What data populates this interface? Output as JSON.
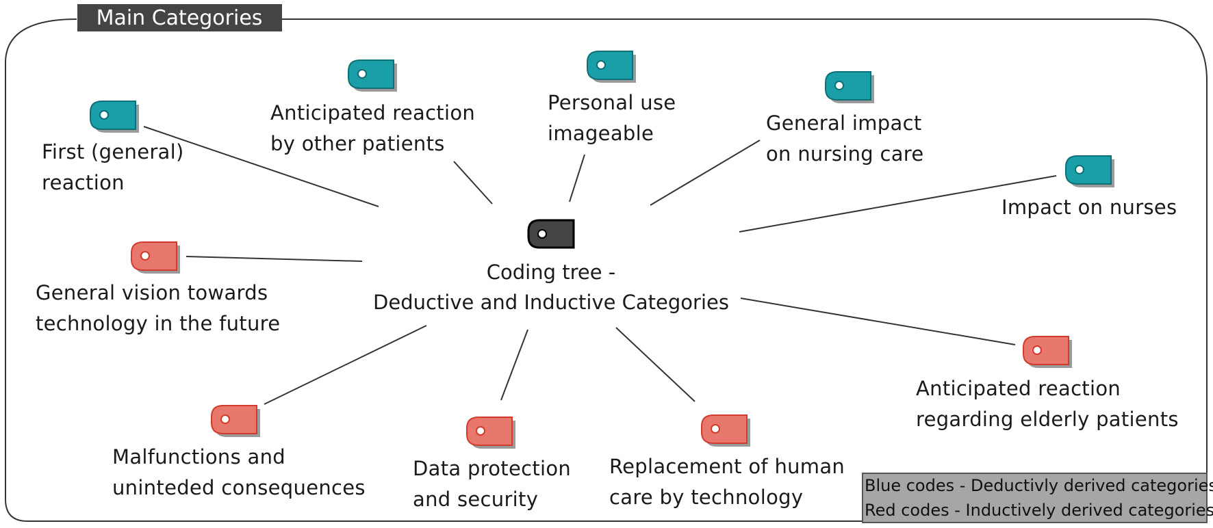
{
  "frame": {
    "title": "Main Categories"
  },
  "center": {
    "line1": "Coding tree -",
    "line2": "Deductive and Inductive Categories",
    "icon": "tag-icon",
    "color": "#444444"
  },
  "colors": {
    "deductive": "#1a9fa8",
    "inductive": "#e8776e",
    "deductive_stroke": "#0f6f76",
    "inductive_stroke": "#d23b2c",
    "shadow": "#9a9a9a",
    "legend_bg": "#a6a6a6"
  },
  "categories": [
    {
      "id": "first-general-reaction",
      "type": "deductive",
      "lines": [
        "First (general)",
        "reaction"
      ]
    },
    {
      "id": "anticipated-reaction-other-patients",
      "type": "deductive",
      "lines": [
        "Anticipated reaction",
        "by other patients"
      ]
    },
    {
      "id": "personal-use-imageable",
      "type": "deductive",
      "lines": [
        "Personal use",
        "imageable"
      ]
    },
    {
      "id": "general-impact-nursing-care",
      "type": "deductive",
      "lines": [
        "General impact",
        "on nursing care"
      ]
    },
    {
      "id": "impact-on-nurses",
      "type": "deductive",
      "lines": [
        "Impact on nurses"
      ]
    },
    {
      "id": "general-vision-technology-future",
      "type": "inductive",
      "lines": [
        "General vision towards",
        "technology in the future"
      ]
    },
    {
      "id": "anticipated-reaction-elderly-patients",
      "type": "inductive",
      "lines": [
        "Anticipated reaction",
        "regarding elderly patients"
      ]
    },
    {
      "id": "malfunctions-unintended-consequences",
      "type": "inductive",
      "lines": [
        "Malfunctions and",
        "uninteded consequences"
      ]
    },
    {
      "id": "data-protection-security",
      "type": "inductive",
      "lines": [
        "Data protection",
        "and security"
      ]
    },
    {
      "id": "replacement-human-care",
      "type": "inductive",
      "lines": [
        "Replacement of human",
        "care by technology"
      ]
    }
  ],
  "legend": {
    "line1": "Blue codes - Deductivly derived categories",
    "line2": "Red codes - Inductively derived categories"
  }
}
